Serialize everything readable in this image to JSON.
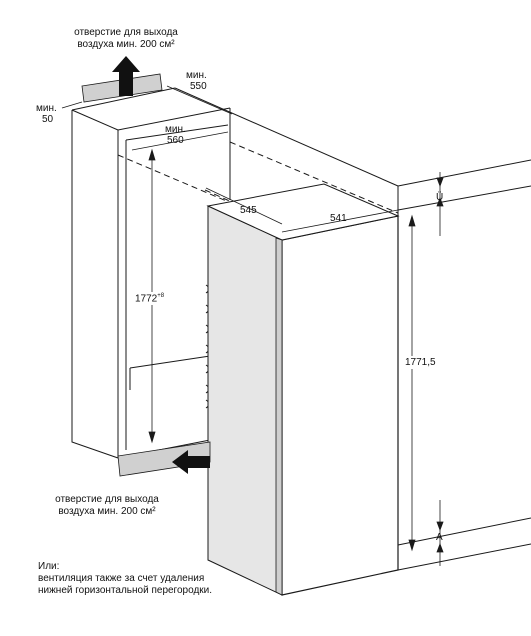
{
  "notes": {
    "top_vent_line1": "отверстие для выхода",
    "top_vent_line2": "воздуха мин. 200 см²",
    "bottom_vent_line1": "отверстие для выхода",
    "bottom_vent_line2": "воздуха мин. 200 см²",
    "alt_line1": "Или:",
    "alt_line2": "вентиляция также за счет удаления",
    "alt_line3": "нижней горизонтальной перегородки."
  },
  "dimensions": {
    "min_label": "мин.",
    "depth_min": "550",
    "offset_min": "50",
    "width_min": "560",
    "niche_height": "1772",
    "niche_height_tolerance": "+8",
    "appliance_depth": "545",
    "appliance_width": "541",
    "appliance_height": "1771,5",
    "top_gap_label": "Ü",
    "bottom_gap_label": "A"
  },
  "colors": {
    "line": "#1a1a1a",
    "appliance_fill": "#e6e6e6",
    "arrow": "#111111",
    "vent_grille": "#bdbdbd"
  }
}
